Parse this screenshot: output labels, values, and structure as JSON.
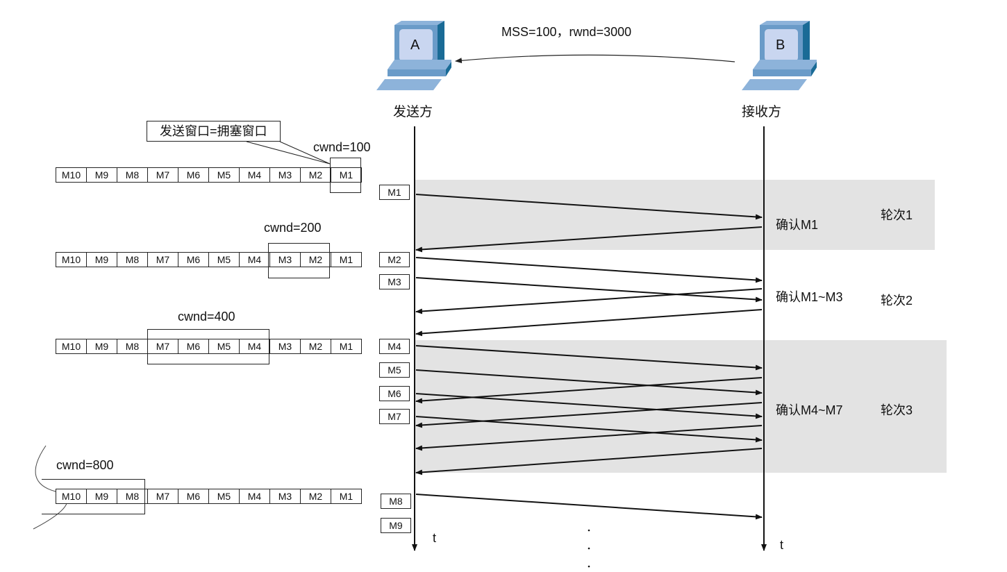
{
  "title_message": "MSS=100，rwnd=3000",
  "hosts": {
    "sender": {
      "letter": "A",
      "label": "发送方"
    },
    "receiver": {
      "letter": "B",
      "label": "接收方"
    }
  },
  "callout": "发送窗口=拥塞窗口",
  "segments": [
    "M10",
    "M9",
    "M8",
    "M7",
    "M6",
    "M5",
    "M4",
    "M3",
    "M2",
    "M1"
  ],
  "windows": [
    {
      "cwnd_label": "cwnd=100",
      "cwnd": 100,
      "window_segments": [
        "M1"
      ]
    },
    {
      "cwnd_label": "cwnd=200",
      "cwnd": 200,
      "window_segments": [
        "M3",
        "M2"
      ]
    },
    {
      "cwnd_label": "cwnd=400",
      "cwnd": 400,
      "window_segments": [
        "M7",
        "M6",
        "M5",
        "M4"
      ]
    },
    {
      "cwnd_label": "cwnd=800",
      "cwnd": 800,
      "window_segments": [
        "M10",
        "M9",
        "M8"
      ]
    }
  ],
  "packets": [
    "M1",
    "M2",
    "M3",
    "M4",
    "M5",
    "M6",
    "M7",
    "M8",
    "M9"
  ],
  "acks": [
    "确认M1",
    "确认M1~M3",
    "确认M4~M7"
  ],
  "rounds": [
    "轮次1",
    "轮次2",
    "轮次3"
  ],
  "time_axis": {
    "sender": "t",
    "receiver": "t"
  },
  "colors": {
    "round_shading": "#e3e3e3",
    "monitor_dark": "#1a6b96",
    "monitor_mid": "#6a9bc8",
    "monitor_light": "#c9d6f0",
    "line": "#111111"
  }
}
